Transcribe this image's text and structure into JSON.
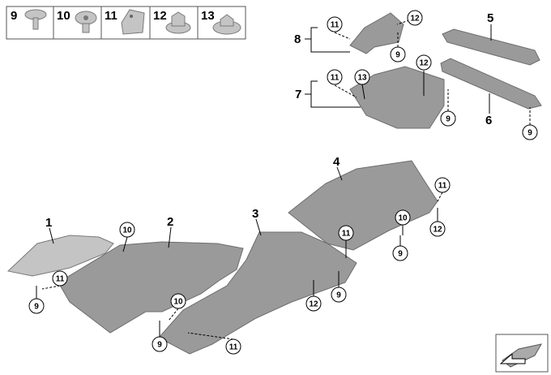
{
  "fastener_legend": [
    {
      "number": "9",
      "icon": "screw-icon"
    },
    {
      "number": "10",
      "icon": "expanding-rivet-icon"
    },
    {
      "number": "11",
      "icon": "clip-nut-icon"
    },
    {
      "number": "12",
      "icon": "hex-collar-nut-icon"
    },
    {
      "number": "13",
      "icon": "hex-flange-nut-icon"
    }
  ],
  "parts": {
    "p1": "1",
    "p2": "2",
    "p3": "3",
    "p4": "4",
    "p5": "5",
    "p6": "6",
    "p7": "7",
    "p8": "8"
  },
  "callouts": {
    "c8_11": "11",
    "c8_12": "12",
    "c8_9": "9",
    "c7_11": "11",
    "c7_13": "13",
    "c7_12": "12",
    "c7_9": "9",
    "c6_9": "9",
    "c1_10": "10",
    "c1_11": "11",
    "c1_9": "9",
    "c2_10": "10",
    "c2_9": "9",
    "c2_11": "11",
    "c3_11": "11",
    "c3_9": "9",
    "c3_12": "12",
    "c4_11": "11",
    "c4_10": "10",
    "c4_9": "9",
    "c4_12": "12"
  }
}
